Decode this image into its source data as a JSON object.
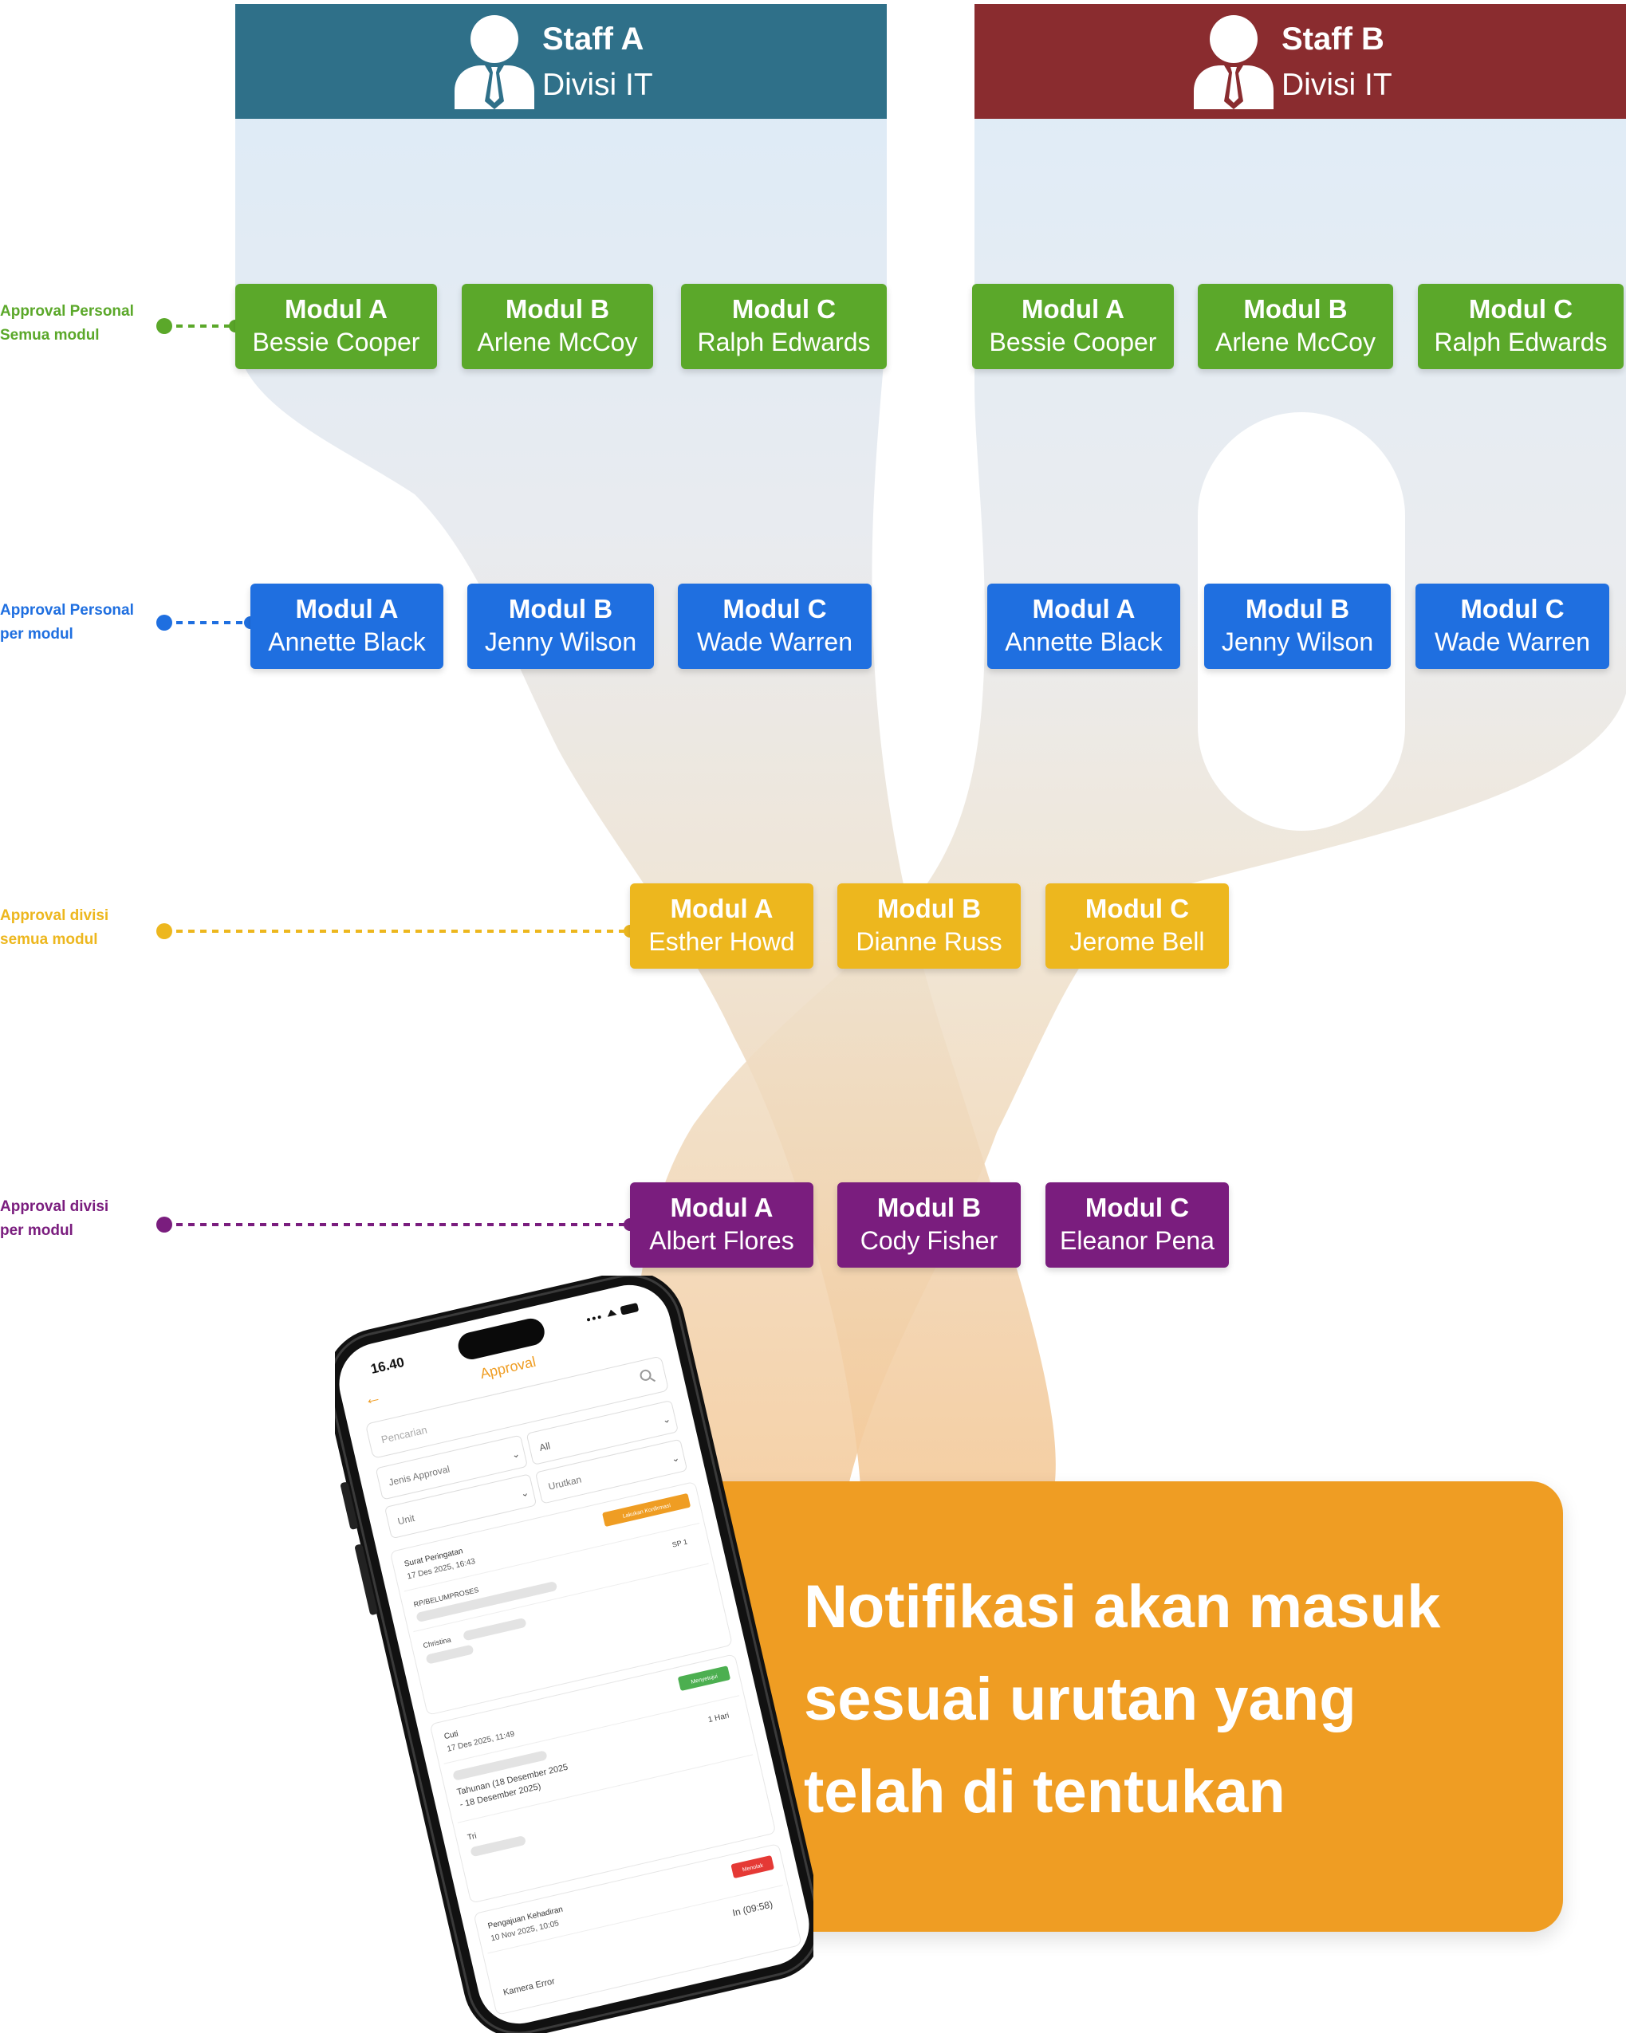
{
  "staff": [
    {
      "title": "Staff A",
      "division": "Divisi IT",
      "color": "#2f7089"
    },
    {
      "title": "Staff B",
      "division": "Divisi IT",
      "color": "#8a2c2f"
    }
  ],
  "approval_rows": [
    {
      "label_line1": "Approval Personal",
      "label_line2": "Semua modul",
      "color": "#5ba82a",
      "staff_a": [
        {
          "modul": "Modul A",
          "name": "Bessie Cooper"
        },
        {
          "modul": "Modul B",
          "name": "Arlene McCoy"
        },
        {
          "modul": "Modul C",
          "name": "Ralph Edwards"
        }
      ],
      "staff_b": [
        {
          "modul": "Modul A",
          "name": "Bessie Cooper"
        },
        {
          "modul": "Modul B",
          "name": "Arlene McCoy"
        },
        {
          "modul": "Modul C",
          "name": "Ralph Edwards"
        }
      ]
    },
    {
      "label_line1": "Approval Personal",
      "label_line2": "per modul",
      "color": "#1f6fe0",
      "staff_a": [
        {
          "modul": "Modul A",
          "name": "Annette Black"
        },
        {
          "modul": "Modul B",
          "name": "Jenny Wilson"
        },
        {
          "modul": "Modul C",
          "name": "Wade Warren"
        }
      ],
      "staff_b": [
        {
          "modul": "Modul A",
          "name": "Annette Black"
        },
        {
          "modul": "Modul B",
          "name": "Jenny Wilson"
        },
        {
          "modul": "Modul C",
          "name": "Wade Warren"
        }
      ]
    },
    {
      "label_line1": "Approval divisi",
      "label_line2": "semua modul",
      "color": "#edb71e",
      "shared": [
        {
          "modul": "Modul A",
          "name": "Esther Howd"
        },
        {
          "modul": "Modul B",
          "name": "Dianne Russ"
        },
        {
          "modul": "Modul C",
          "name": "Jerome Bell"
        }
      ]
    },
    {
      "label_line1": "Approval divisi",
      "label_line2": "per modul",
      "color": "#7a1d7e",
      "shared": [
        {
          "modul": "Modul A",
          "name": "Albert Flores"
        },
        {
          "modul": "Modul B",
          "name": "Cody Fisher"
        },
        {
          "modul": "Modul C",
          "name": "Eleanor Pena"
        }
      ]
    }
  ],
  "callout": {
    "line1": "Notifikasi akan masuk",
    "line2": "sesuai urutan yang",
    "line3": "telah di tentukan",
    "color": "#ef9d23"
  },
  "phone": {
    "time": "16.40",
    "title": "Approval",
    "search_placeholder": "Pencarian",
    "filter_jenis": "Jenis Approval",
    "filter_all": "All",
    "filter_unit": "Unit",
    "filter_urutkan": "Urutkan",
    "cards": [
      {
        "type": "Surat Peringatan",
        "date": "17 Des 2025, 16:43",
        "badge": "Lakukan Konfirmasi",
        "badge_color": "#ef9d23",
        "line1": "RP/BELUMPROSES",
        "right1": "SP 1",
        "line2": "Christina"
      },
      {
        "type": "Cuti",
        "date": "17 Des 2025, 11:49",
        "badge": "Menyetujui",
        "badge_color": "#4caf50",
        "right1": "1 Hari",
        "line1": "Tahunan (18 Desember 2025",
        "line1b": "- 18 Desember 2025)",
        "line2": "Tri"
      },
      {
        "type": "Pengajuan Kehadiran",
        "date": "10 Nov 2025, 10:05",
        "badge": "Menolak",
        "badge_color": "#e53935",
        "right1": "In (09:58)",
        "line2": "Kamera Error"
      }
    ]
  }
}
